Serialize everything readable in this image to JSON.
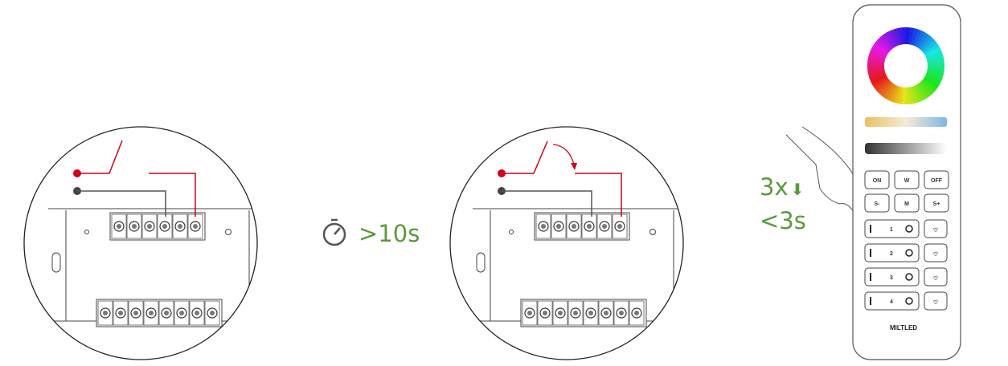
{
  "timer": {
    "label": ">10s",
    "icon": "stopwatch-icon"
  },
  "press": {
    "count": "3x",
    "within": "<3s",
    "icon": "arrow-down-icon"
  },
  "remote": {
    "brand": "MILTLED",
    "top_buttons": [
      "ON",
      "W",
      "OFF",
      "S-",
      "M",
      "S+"
    ],
    "zones": [
      "1",
      "2",
      "3",
      "4"
    ]
  },
  "colors": {
    "accent": "#5a9a3c",
    "wire_live": "#d0001a",
    "wire_neutral": "#555555"
  }
}
